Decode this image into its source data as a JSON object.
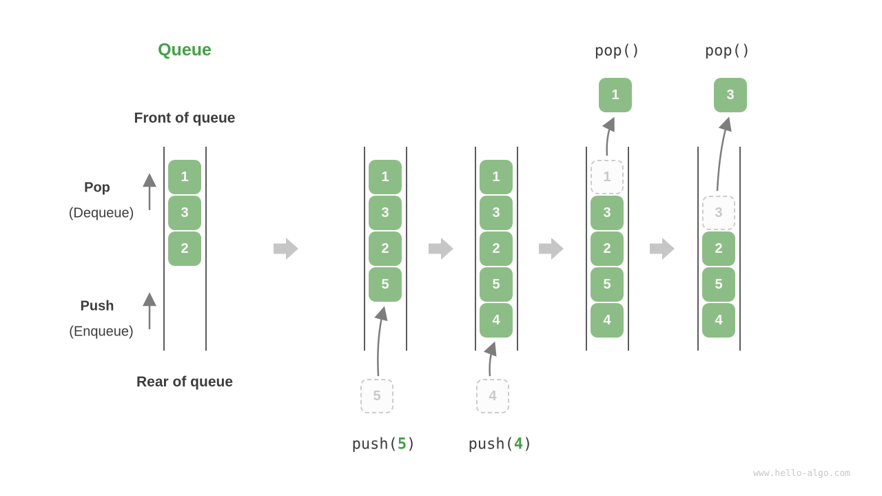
{
  "page": {
    "title": "Queue",
    "watermark": "www.hello-algo.com"
  },
  "labels": {
    "front_of_queue": "Front of queue",
    "rear_of_queue": "Rear of queue",
    "pop": "Pop",
    "pop_alias": "(Dequeue)",
    "push": "Push",
    "push_alias": "(Enqueue)"
  },
  "colors": {
    "title_green": "#43a047",
    "cell_green": "#8dbd86",
    "text_dark": "#3c3c3c",
    "block_arrow_gray": "#c6c6c6",
    "thin_arrow_gray": "#7d7d7d",
    "dashed_border_gray": "#cccccc"
  },
  "operations": {
    "pop_ops": [
      {
        "label": "pop()",
        "value": "1"
      },
      {
        "label": "pop()",
        "value": "3"
      }
    ],
    "push_ops": [
      {
        "pre": "push(",
        "num": "5",
        "post": ")"
      },
      {
        "pre": "push(",
        "num": "4",
        "post": ")"
      }
    ],
    "staged": [
      {
        "value": "5"
      },
      {
        "value": "4"
      }
    ]
  },
  "queues": [
    {
      "cells": [
        {
          "value": "1",
          "style": "solid"
        },
        {
          "value": "3",
          "style": "solid"
        },
        {
          "value": "2",
          "style": "solid"
        }
      ]
    },
    {
      "cells": [
        {
          "value": "1",
          "style": "solid"
        },
        {
          "value": "3",
          "style": "solid"
        },
        {
          "value": "2",
          "style": "solid"
        },
        {
          "value": "5",
          "style": "solid"
        }
      ]
    },
    {
      "cells": [
        {
          "value": "1",
          "style": "solid"
        },
        {
          "value": "3",
          "style": "solid"
        },
        {
          "value": "2",
          "style": "solid"
        },
        {
          "value": "5",
          "style": "solid"
        },
        {
          "value": "4",
          "style": "solid"
        }
      ]
    },
    {
      "cells": [
        {
          "value": "1",
          "style": "dashed"
        },
        {
          "value": "3",
          "style": "solid"
        },
        {
          "value": "2",
          "style": "solid"
        },
        {
          "value": "5",
          "style": "solid"
        },
        {
          "value": "4",
          "style": "solid"
        }
      ]
    },
    {
      "cells": [
        {
          "value": "3",
          "style": "dashed"
        },
        {
          "value": "2",
          "style": "solid"
        },
        {
          "value": "5",
          "style": "solid"
        },
        {
          "value": "4",
          "style": "solid"
        }
      ]
    }
  ]
}
